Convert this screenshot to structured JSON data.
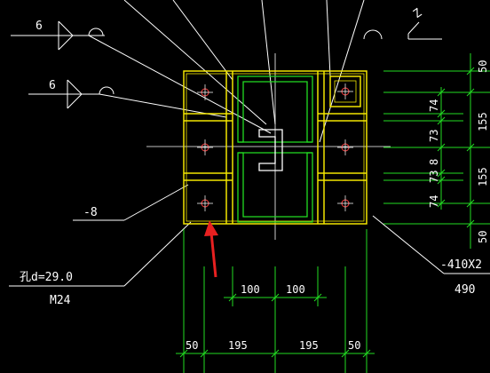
{
  "colors": {
    "background": "#000000",
    "steel_outline": "#f2e600",
    "member": "#22dd22",
    "dimension": "#22dd22",
    "leader": "#ffffff",
    "bolt_mark": "#ff4040",
    "arrow": "#e82020"
  },
  "weld_symbols": [
    {
      "size": "6"
    },
    {
      "size": "6"
    }
  ],
  "labels": {
    "plate_thickness": "-8",
    "hole": "孔d=29.0",
    "bolt": "M24",
    "plate_spec": "-410X2",
    "plate_width": "490",
    "corner_mark": "Z"
  },
  "dims_bottom_row1": [
    "100",
    "100"
  ],
  "dims_bottom_row2": [
    "50",
    "195",
    "195",
    "50"
  ],
  "dims_right_outer": [
    "50",
    "155",
    "155",
    "50"
  ],
  "dims_right_inner": [
    "74",
    "73",
    "8",
    "73",
    "74"
  ]
}
